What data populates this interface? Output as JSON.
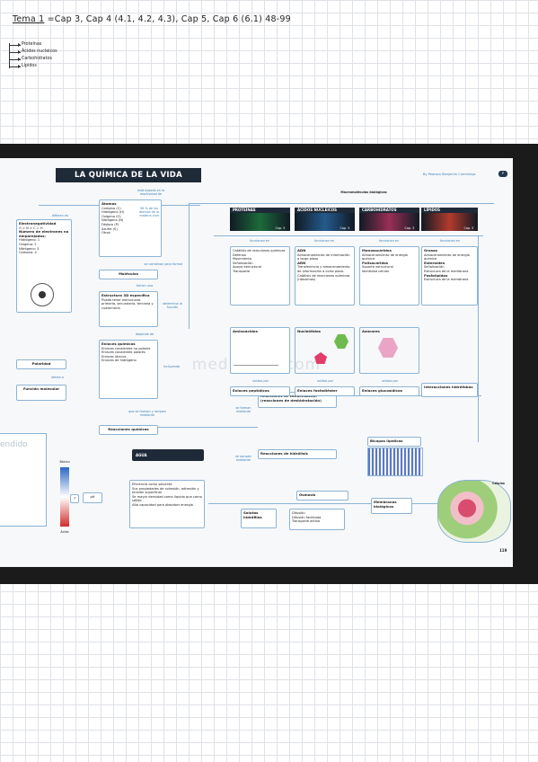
{
  "notes": {
    "header_underlined": "Tema 1",
    "header_rest": "=Cap 3, Cap 4 (4.1, 4.2, 4.3), Cap 5, Cap 6 (6.1)  48-99",
    "topics": [
      "Proteínas",
      "Ácidos nucleicos",
      "Carbohidratos",
      "Lípidos"
    ]
  },
  "page": {
    "title": "LA QUÍMICA DE LA VIDA",
    "credit": "By Pearson Benjamin Cummings",
    "page_number": "119",
    "watermark": "mediafiles.com",
    "side_title": "endido"
  },
  "macro": {
    "heading": "Macromoléculas biológicas",
    "tabs": [
      "PROTEÍNAS",
      "ÁCIDOS NUCLEICOS",
      "CARBOHIDRATOS",
      "LÍPIDOS"
    ],
    "tab_chapters": [
      "Cap. 5",
      "Cap. 5",
      "Cap. 5",
      "Cap. 5"
    ],
    "functions_label": "funcionan en",
    "proteins_list": [
      "Catálisis de reacciones químicas",
      "Defensa",
      "Movimiento",
      "Señalización",
      "Apoyo estructural",
      "Transporte"
    ],
    "nucleic_list": [
      "ADN",
      "Almacenamiento de información a largo plazo",
      "ARN",
      "Transferencia y almacenamiento de información a corto plazo",
      "Catálisis de reacciones químicas (ribozimas)"
    ],
    "carbs_list": [
      "Monosacáridos",
      "Almacenamiento de energía química",
      "Polisacáridos",
      "Soporte estructural",
      "Identidad celular"
    ],
    "lipids_list": [
      "Grasas",
      "Almacenamiento de energía química",
      "Esteroides",
      "Señalización",
      "Estructura de la membrana",
      "Fosfolípidos",
      "Estructura de la membrana"
    ],
    "monomers": [
      "Aminoácidos",
      "Nucleótidos",
      "Azúcares"
    ],
    "bonds": [
      "Enlaces peptídicos",
      "Enlaces fosfodiéster",
      "Enlaces glucosídicos",
      "Interacciones hidrófobas"
    ]
  },
  "left": {
    "electro_title": "Electronegatividad",
    "electro_order": "O > N > C = H",
    "electro_sub": "Número de electrones no emparejados:",
    "electro_list": [
      "Hidrógeno: 1",
      "Oxígeno: 2",
      "Nitrógeno: 3",
      "Carbono: 4"
    ],
    "atoms_title": "Átomos",
    "atoms_list": [
      "Carbono (C)",
      "Hidrógeno (H)",
      "Oxígeno (O)",
      "Nitrógeno (N)",
      "Fósforo (P)",
      "Azufre (S)",
      "Otros"
    ],
    "atoms_note": "96 % de los átomos de la materia viva",
    "molecules": "Moléculas",
    "structure_title": "Estructura 3D específica",
    "structure_list": [
      "Puede tener estructuras primaria, secundaria, terciaria y cuaternaria"
    ],
    "bonds_title": "Enlaces químicos",
    "bonds_list": [
      "Enlaces covalentes no polares",
      "Enlaces covalentes polares",
      "Enlaces iónicos",
      "Enlaces de hidrógeno"
    ],
    "polarity": "Polaridad",
    "molecular_function": "Función molecular",
    "reactions": "Reacciones químicas",
    "condensation": "Reacciones de condensación (reacciones de deshidratación)",
    "hydrolysis": "Reacciones de hidrólisis",
    "water": "AGUA",
    "water_list": [
      "Eficiencia como solvente",
      "Sus propiedades de cohesión, adhesión y tensión superficial",
      "Se mayor densidad como líquido que como sólido",
      "Alta capacidad para absorber energía"
    ],
    "solutes": "Solutos hidrófilos",
    "osmosis": "Ósmosis",
    "diffusion_list": [
      "Difusión",
      "Difusión facilitada",
      "Transporte activo"
    ],
    "membranes": "Membranas biológicas",
    "bilayers": "Bicapas lipídicas",
    "cells": "Células",
    "ph": "pH",
    "ph_value": "7",
    "basic": "Básico",
    "acid": "Ácido"
  },
  "labels": {
    "differ_in": "difieren en",
    "based_on": "está basada en la reactividad de",
    "combine": "se combinan para formar",
    "have": "tienen una",
    "depends": "depende de",
    "determines": "determina la función",
    "affects": "afecta a",
    "form": "que se forman y rompen mediante",
    "includes": "incluyendo",
    "built": "se forman mediante",
    "broken": "se rompen mediante",
    "joined": "unidos por"
  }
}
